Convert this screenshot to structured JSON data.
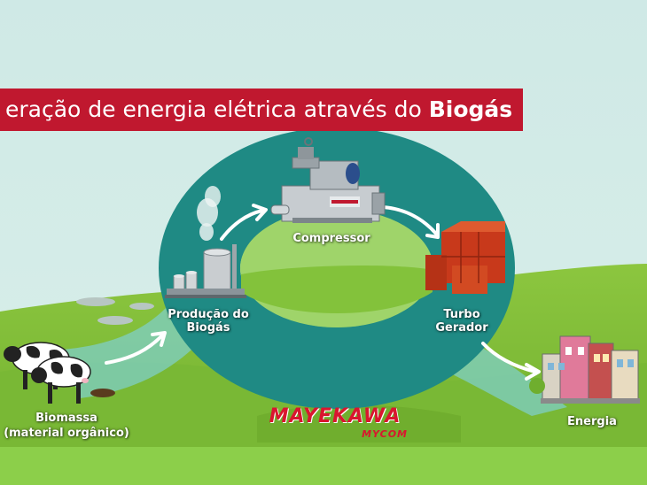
{
  "title": {
    "prefix": "eração de energia elétrica através do ",
    "highlight": "Biogás"
  },
  "nodes": {
    "biomass": [
      "Biomassa",
      "(material orgânico)"
    ],
    "production": [
      "Produção do",
      "Biogás"
    ],
    "compressor": [
      "Compressor"
    ],
    "turbo": [
      "Turbo",
      "Gerador"
    ],
    "energy": [
      "Energia"
    ]
  },
  "logo": {
    "name": "MAYEKAWA",
    "sub": "MYCOM"
  },
  "colors": {
    "banner": "#c0182f",
    "ring": "#1f8a84",
    "grass": "#7fbf3a",
    "sky": "#cfe9e6",
    "logo": "#d9162f"
  }
}
